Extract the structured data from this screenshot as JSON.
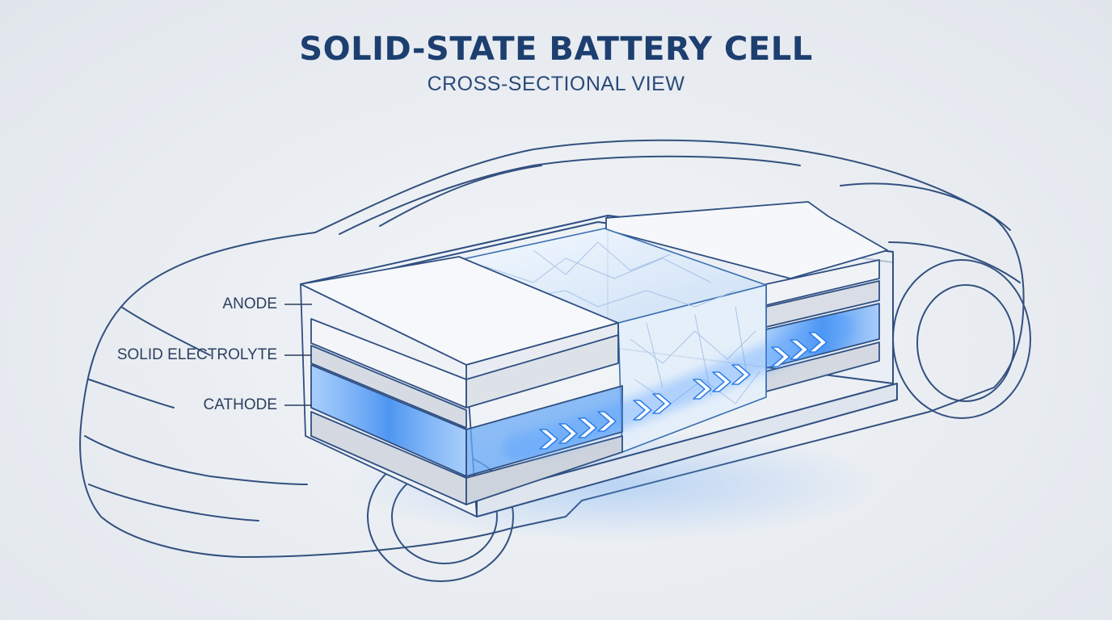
{
  "title": "SOLID-STATE BATTERY CELL",
  "subtitle": "CROSS-SECTIONAL VIEW",
  "callouts": {
    "anode": "ANODE",
    "electrolyte": "SOLID ELECTROLYTE",
    "cathode": "CATHODE"
  },
  "colors": {
    "title": "#1d3f70",
    "outline": "#2f4f82",
    "glow": "#3f8ff0",
    "layer_gray": "#d4d9e1"
  }
}
